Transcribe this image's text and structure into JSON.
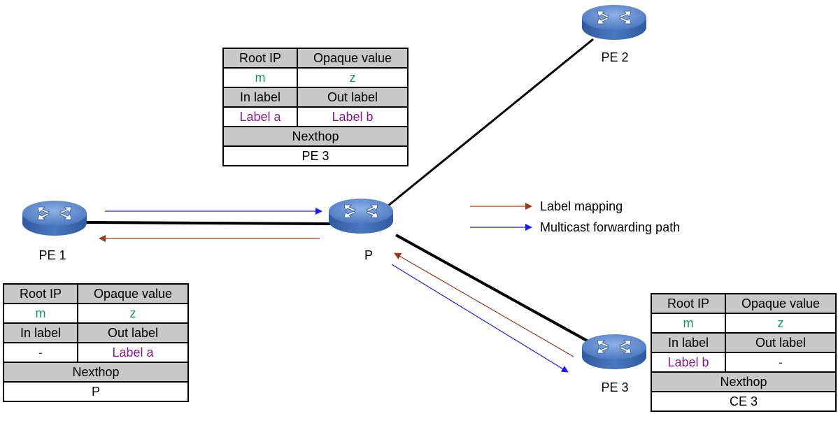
{
  "nodes": [
    {
      "id": "pe1",
      "label": "PE 1"
    },
    {
      "id": "p",
      "label": "P"
    },
    {
      "id": "pe2",
      "label": "PE 2"
    },
    {
      "id": "pe3",
      "label": "PE 3"
    }
  ],
  "legend": {
    "label_mapping": "Label mapping",
    "multicast_path": "Multicast forwarding path"
  },
  "colors": {
    "label_mapping_arrow": "#9b3a1a",
    "multicast_arrow": "#1a1aff",
    "green_text": "#1a9a5a",
    "purple_text": "#8b1a8b",
    "header_fill": "#c8c8c8",
    "router_fill": "#4a78c0"
  },
  "tables": {
    "p": {
      "root_ip_header": "Root IP",
      "opaque_header": "Opaque value",
      "root_ip": "m",
      "opaque": "z",
      "in_label_header": "In label",
      "out_label_header": "Out label",
      "in_label": "Label a",
      "out_label": "Label b",
      "nexthop_header": "Nexthop",
      "nexthop": "PE 3"
    },
    "pe1": {
      "root_ip_header": "Root IP",
      "opaque_header": "Opaque value",
      "root_ip": "m",
      "opaque": "z",
      "in_label_header": "In label",
      "out_label_header": "Out label",
      "in_label": "-",
      "out_label": "Label a",
      "nexthop_header": "Nexthop",
      "nexthop": "P"
    },
    "pe3": {
      "root_ip_header": "Root IP",
      "opaque_header": "Opaque value",
      "root_ip": "m",
      "opaque": "z",
      "in_label_header": "In label",
      "out_label_header": "Out label",
      "in_label": "Label b",
      "out_label": "-",
      "nexthop_header": "Nexthop",
      "nexthop": "CE 3"
    }
  }
}
